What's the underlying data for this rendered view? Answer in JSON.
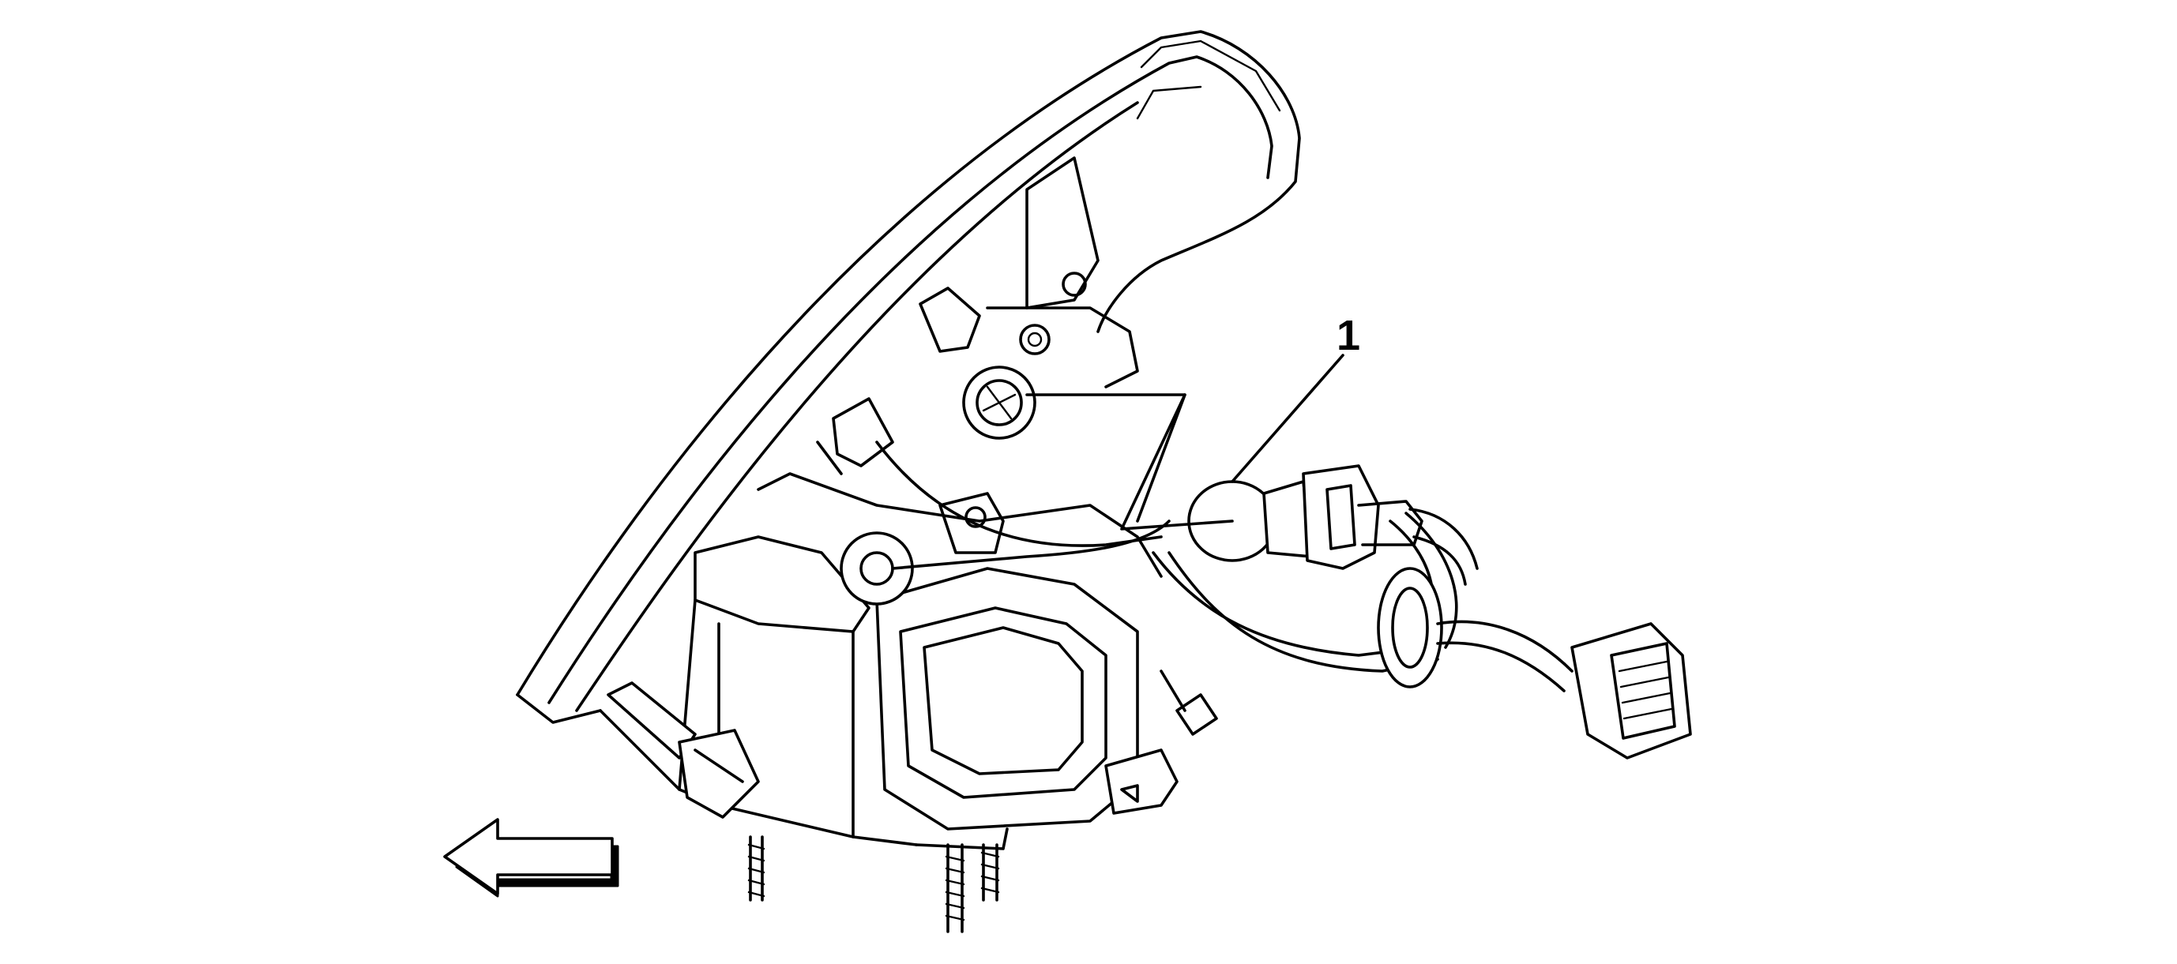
{
  "diagram": {
    "callouts": [
      {
        "id": "callout-1",
        "label": "1"
      }
    ],
    "direction_arrow": {
      "icon": "left-arrow-icon",
      "direction": "left"
    }
  }
}
